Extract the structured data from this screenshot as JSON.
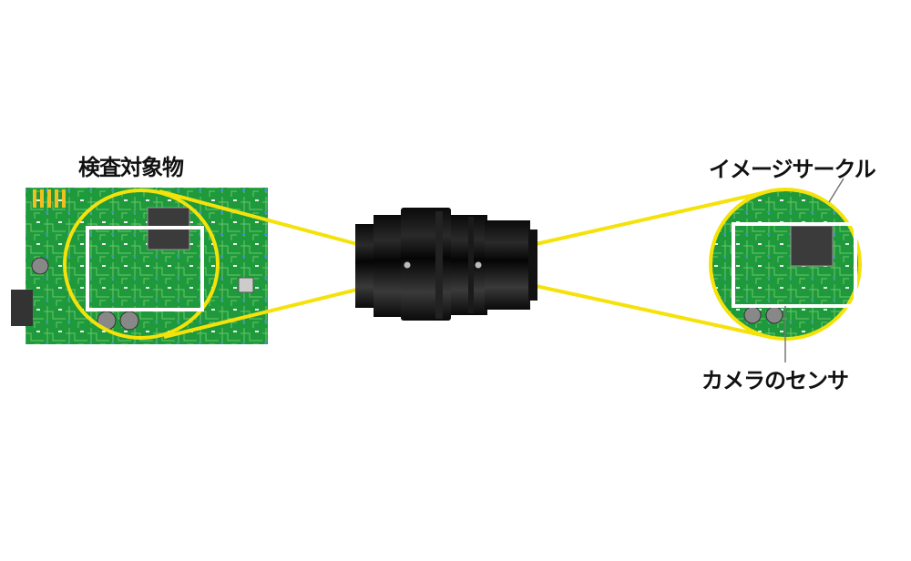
{
  "labels": {
    "object": "検査対象物",
    "image_circle": "イメージサークル",
    "sensor": "カメラのセンサ"
  },
  "colors": {
    "pcb": "#1e9a3c",
    "circle": "#f5e20a",
    "sensor_box": "#ffffff",
    "lens": "#141414"
  }
}
